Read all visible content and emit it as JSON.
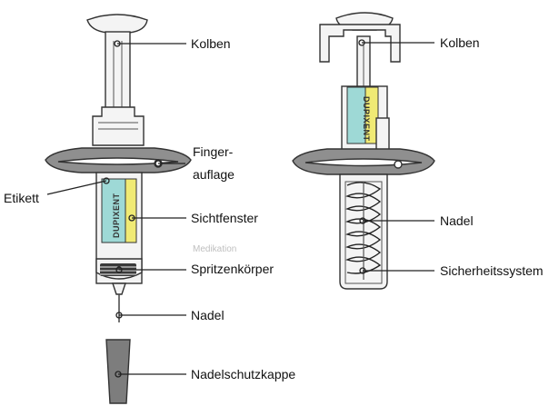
{
  "colors": {
    "window": "#9ed9d6",
    "yellow_strip": "#f0ea74",
    "body_fill": "#f4f4f4",
    "flange_fill": "#8f8f8f",
    "cap_fill": "#7d7d7d",
    "outline": "#333333"
  },
  "left_syringe": {
    "labels": {
      "plunger": "Kolben",
      "finger_flange_1": "Finger-",
      "finger_flange_2": "auflage",
      "label": "Etikett",
      "window": "Sichtfenster",
      "window_ghost": "Medikation",
      "barrel": "Spritzenkörper",
      "needle": "Nadel",
      "needle_cap": "Nadelschutzkappe"
    },
    "brand_text": "DUPIXENT"
  },
  "right_syringe": {
    "labels": {
      "plunger": "Kolben",
      "needle": "Nadel",
      "safety_system": "Sicherheitssystem"
    },
    "brand_text": "DUPIXENT"
  }
}
